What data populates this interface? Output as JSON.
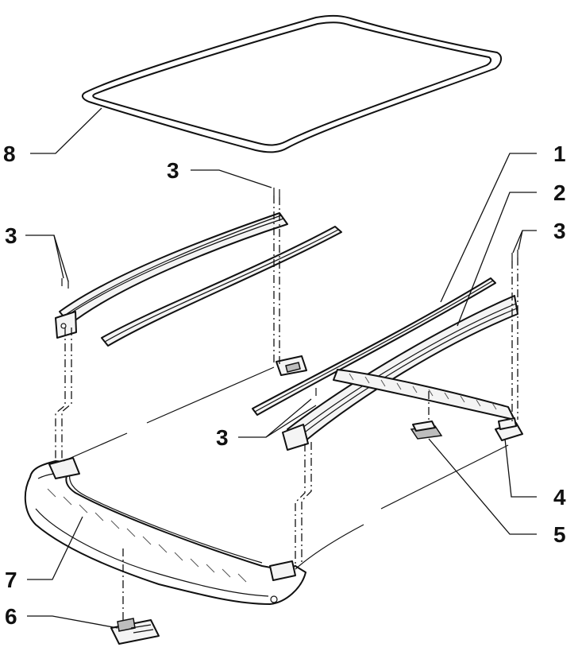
{
  "callouts": {
    "c1": "1",
    "c2": "2",
    "c3_top": "3",
    "c3_left": "3",
    "c3_right": "3",
    "c3_bottom": "3",
    "c4": "4",
    "c5": "5",
    "c6": "6",
    "c7": "7",
    "c8": "8"
  },
  "colors": {
    "line": "#111111",
    "background": "#ffffff"
  }
}
